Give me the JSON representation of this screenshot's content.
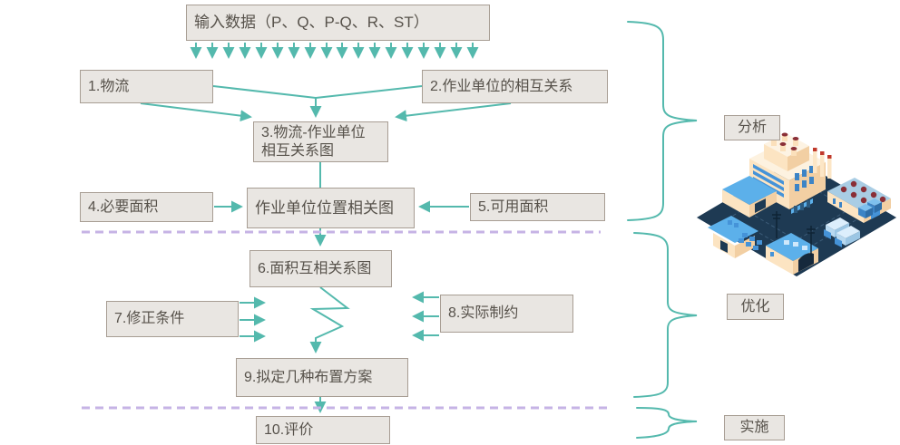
{
  "diagram": {
    "title_node": "输入数据（P、Q、P-Q、R、ST）",
    "nodes": {
      "n1": "1.物流",
      "n2": "2.作业单位的相互关系",
      "n3": "3.物流-作业单位\n相互关系图",
      "n4": "4.必要面积",
      "pos": "作业单位位置相关图",
      "n5": "5.可用面积",
      "n6": "6.面积互相关系图",
      "n7": "7.修正条件",
      "n8": "8.实际制约",
      "n9": "9.拟定几种布置方案",
      "n10": "10.评价"
    },
    "phases": {
      "analysis": "分析",
      "optimization": "优化",
      "implementation": "实施"
    },
    "colors": {
      "box_fill": "#e9e6e2",
      "box_border": "#a79d93",
      "text": "#57524b",
      "arrow_teal": "#54b9ad",
      "phase_divider_purple": "#c6b3e5",
      "illustration_base_navy": "#1e3a53"
    },
    "illustration": "isometric-factory"
  }
}
